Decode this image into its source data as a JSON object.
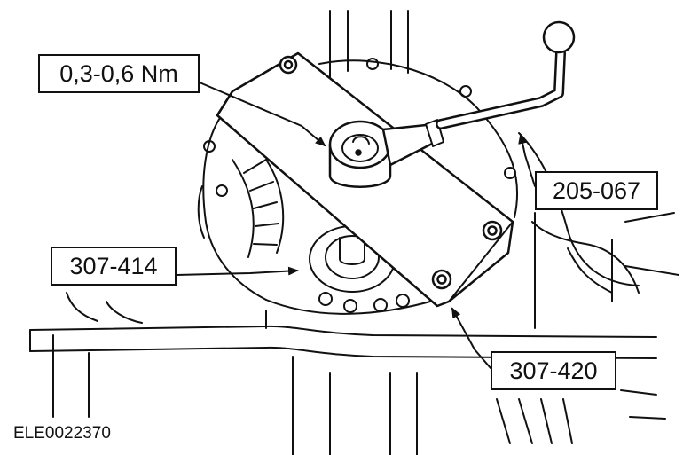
{
  "callouts": {
    "torque": "0,3-0,6 Nm",
    "tool_205_067": "205-067",
    "tool_307_414": "307-414",
    "tool_307_420": "307-420"
  },
  "figure_id": "ELE0022370",
  "colors": {
    "line": "#111111",
    "background": "#ffffff"
  }
}
